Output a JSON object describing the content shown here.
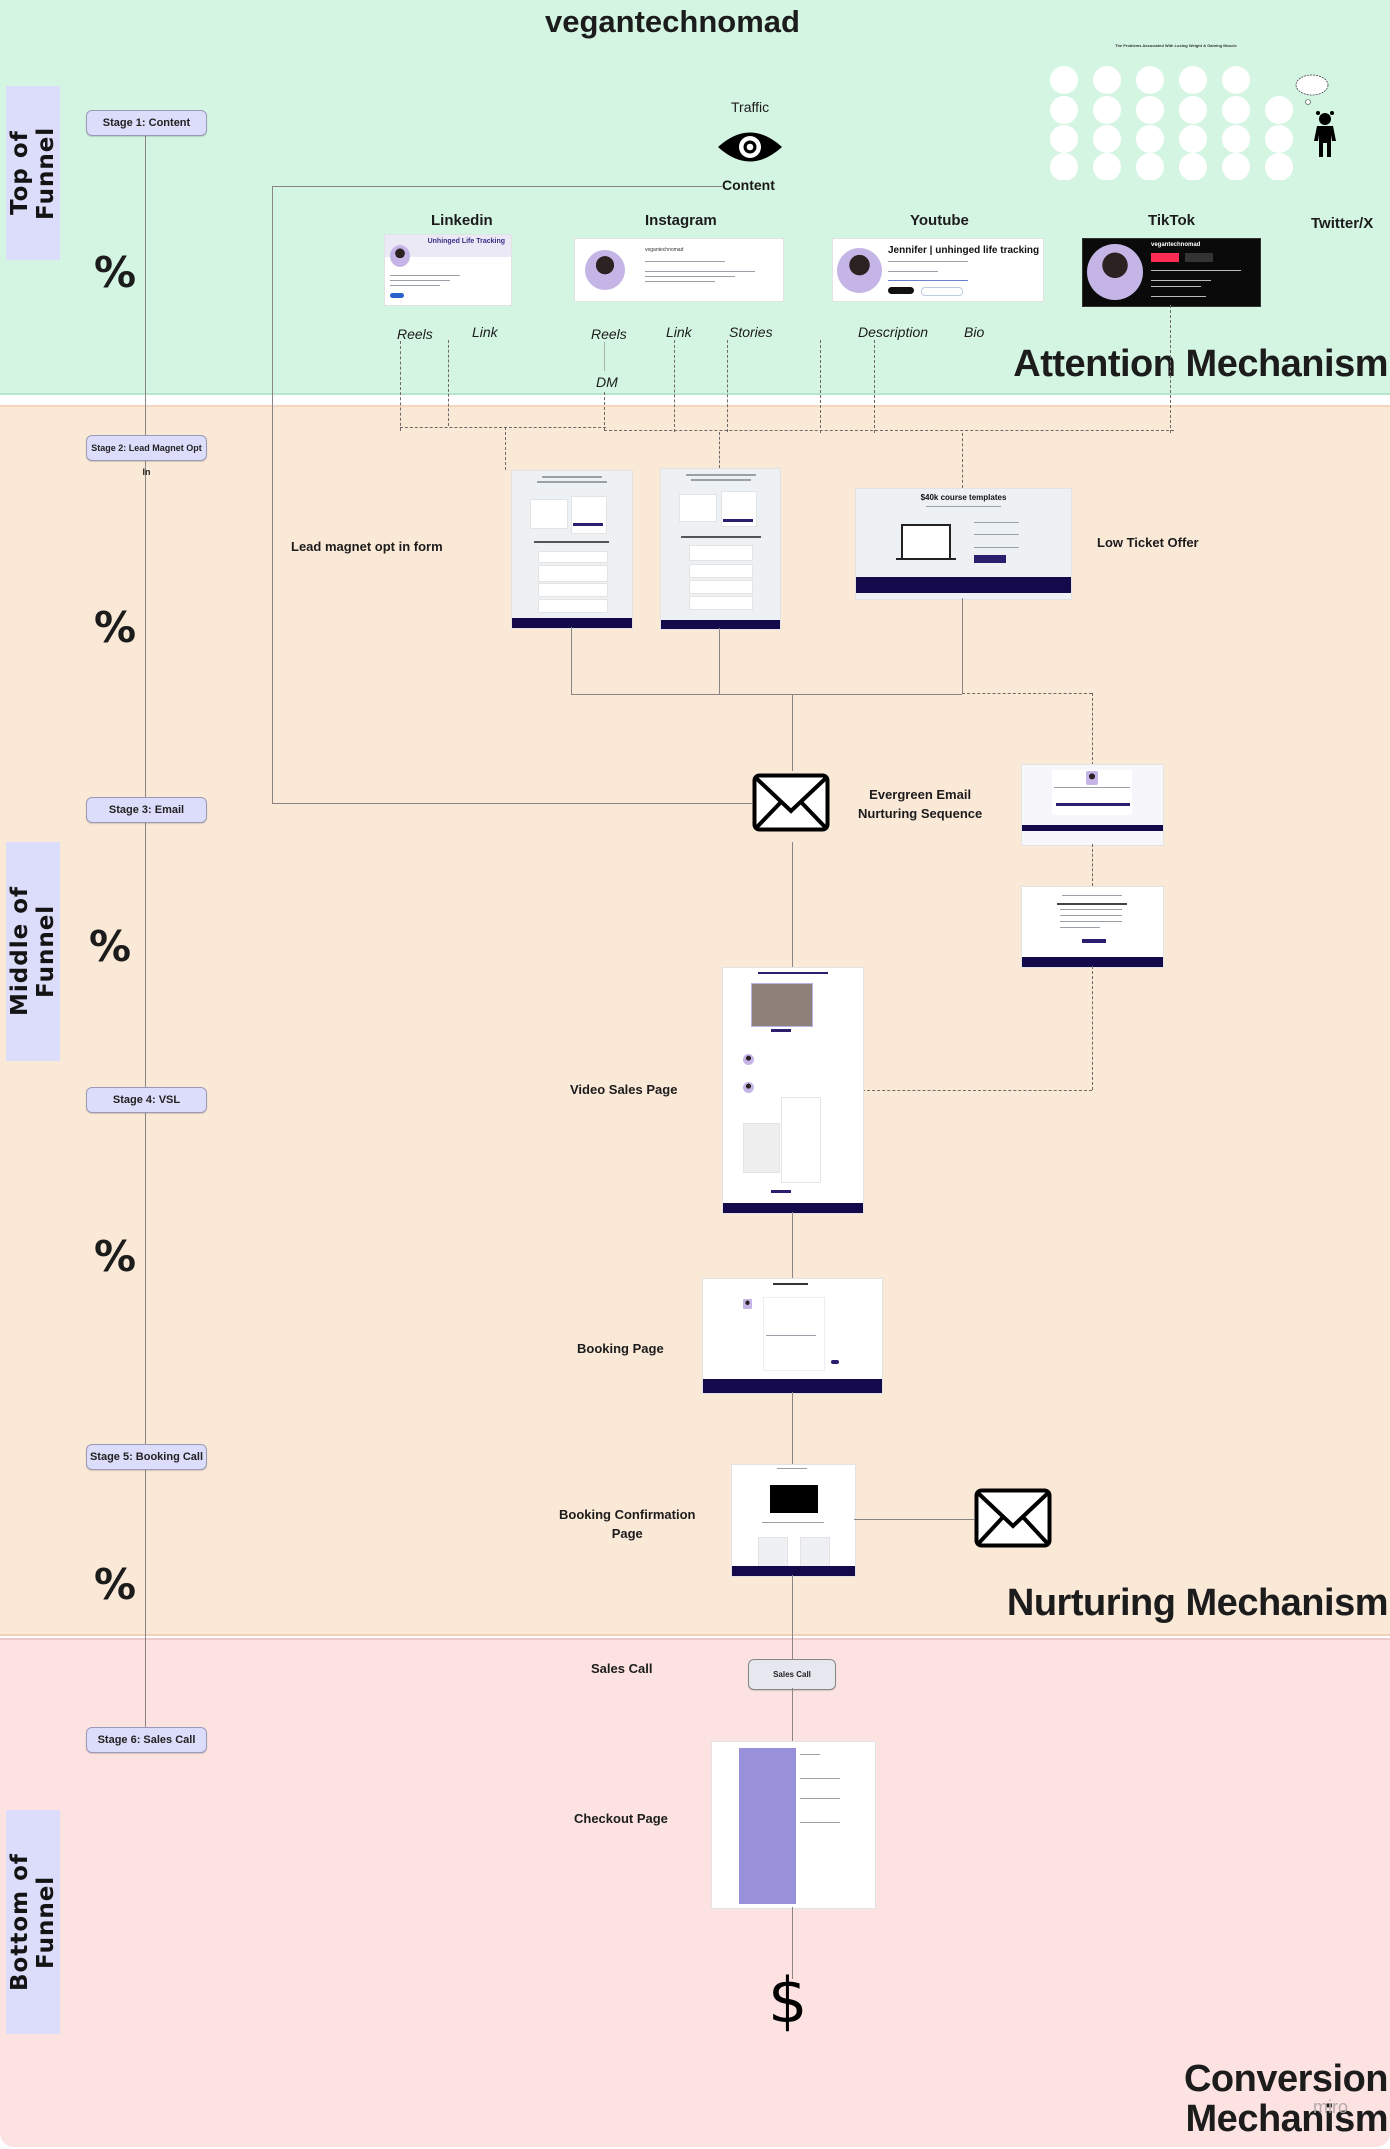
{
  "diagram": {
    "title": "vegantechnomad",
    "watermark": "miro",
    "sections": [
      {
        "label": "Top of Funnel",
        "color": "#d5f5e3",
        "mechanism": "Attention Mechanism"
      },
      {
        "label": "Middle of Funnel",
        "color": "#fbe9d8",
        "mechanism": "Nurturing Mechanism"
      },
      {
        "label": "Bottom of Funnel",
        "color": "#fde2e2",
        "mechanism_line1": "Conversion",
        "mechanism_line2": "Mechanism"
      }
    ],
    "stages": [
      {
        "label": "Stage 1: Content"
      },
      {
        "label": "Stage 2: Lead Magnet Opt In"
      },
      {
        "label": "Stage 3: Email"
      },
      {
        "label": "Stage 4: VSL"
      },
      {
        "label": "Stage 5: Booking Call"
      },
      {
        "label": "Stage 6: Sales Call"
      }
    ],
    "conversion_markers": [
      "%",
      "%",
      "%",
      "%",
      "%"
    ],
    "traffic": {
      "label": "Traffic",
      "icon": "eye-icon",
      "content_label": "Content"
    },
    "problems_board": {
      "title": "The Problems Associated With Losing Weight & Gaining Muscle"
    },
    "platforms": [
      {
        "name": "Linkedin",
        "thumb_title": "Unhinged Life Tracking",
        "channels": [
          "Reels",
          "Link"
        ]
      },
      {
        "name": "Instagram",
        "thumb_handle": "vegantechnomad",
        "channels": [
          "Reels",
          "DM",
          "Link",
          "Stories"
        ]
      },
      {
        "name": "Youtube",
        "thumb_title": "Jennifer | unhinged life tracking",
        "channels": [
          "Description",
          "Bio"
        ]
      },
      {
        "name": "TikTok",
        "thumb_handle": "vegantechnomad",
        "channels": []
      },
      {
        "name": "Twitter/X",
        "channels": []
      }
    ],
    "nodes": {
      "lead_magnet_label": "Lead magnet opt in form",
      "low_ticket_label": "Low Ticket Offer",
      "low_ticket_thumb_title": "$40k course templates",
      "email_label_line1": "Evergreen Email",
      "email_label_line2": "Nurturing Sequence",
      "vsl_label": "Video Sales Page",
      "booking_label": "Booking Page",
      "booking_confirm_line1": "Booking Confirmation",
      "booking_confirm_line2": "Page",
      "sales_call_label": "Sales Call",
      "sales_call_pill": "Sales Call",
      "checkout_label": "Checkout Page",
      "end_icon": "$"
    }
  }
}
